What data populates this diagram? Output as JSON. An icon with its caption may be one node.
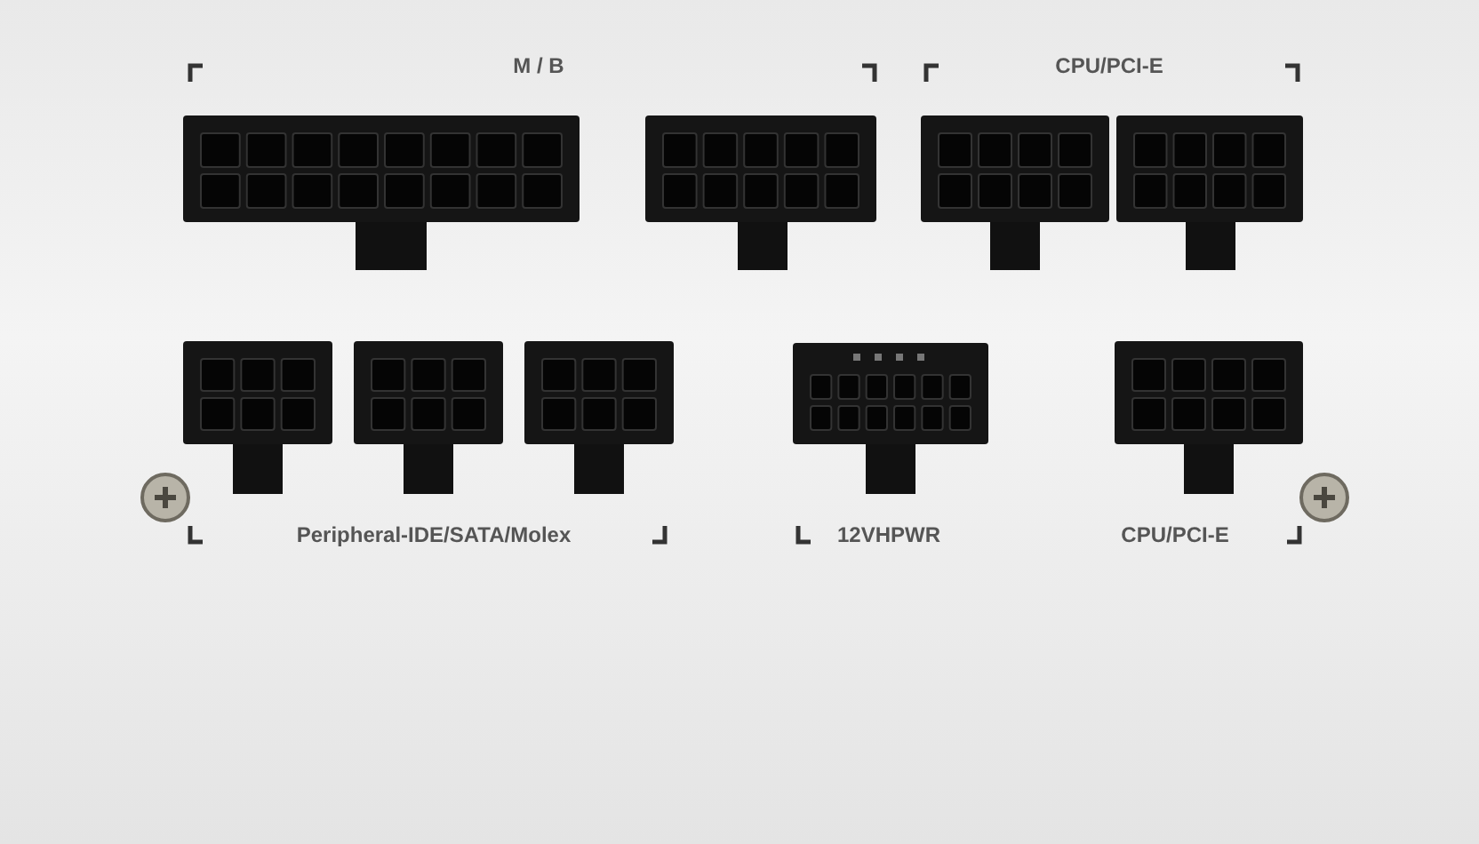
{
  "diagram": {
    "labels": [
      "M / B",
      "CPU/PCI-E",
      "Peripheral-IDE/SATA/Molex",
      "12VHPWR",
      "CPU/PCI-E"
    ]
  }
}
